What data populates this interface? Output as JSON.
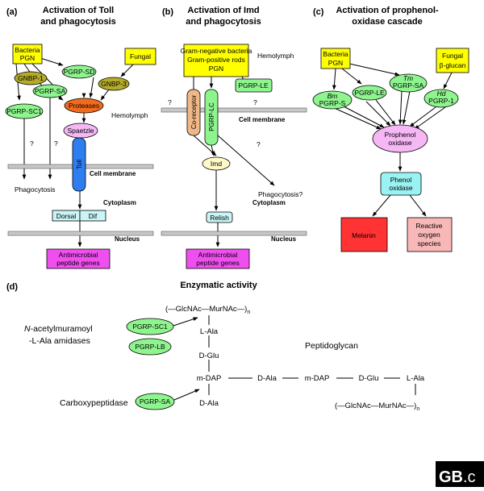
{
  "panel_a": {
    "letter": "(a)",
    "title_line1": "Activation of Toll",
    "title_line2": "and phagocytosis",
    "bacteria_line1": "Bacteria",
    "bacteria_line2": "PGN",
    "fungal": "Fungal",
    "gnbp1": "GNBP-1",
    "pgrp_sd": "PGRP-SD",
    "pgrp_sa": "PGRP-SA",
    "gnbp3": "GNBP-3",
    "pgrp_sc1": "PGRP-SC1",
    "proteases": "Proteases",
    "hemolymph": "Hemolymph",
    "spaetzle": "Spaetzle",
    "q1": "?",
    "q2": "?",
    "toll": "Toll",
    "cell_membrane": "Cell membrane",
    "phagocytosis": "Phagocytosis",
    "cytoplasm": "Cytoplasm",
    "dorsal": "Dorsal",
    "dif": "Dif",
    "nucleus": "Nucleus",
    "amp_line1": "Antimicrobial",
    "amp_line2": "peptide genes"
  },
  "panel_b": {
    "letter": "(b)",
    "title_line1": "Activation of Imd",
    "title_line2": "and phagocytosis",
    "bacteria_line1": "Gram-negative bacteria",
    "bacteria_line2": "Gram-positive rods",
    "bacteria_line3": "PGN",
    "hemolymph": "Hemolymph",
    "pgrp_le": "PGRP-LE",
    "q1": "?",
    "q2": "?",
    "q3": "?",
    "coreceptor": "Co-receptor",
    "pgrp_lc": "PGRP-LC",
    "cell_membrane": "Cell membrane",
    "imd": "Imd",
    "phagocytosis": "Phagocytosis?",
    "cytoplasm": "Cytoplasm",
    "relish": "Relish",
    "nucleus": "Nucleus",
    "amp_line1": "Antimicrobial",
    "amp_line2": "peptide genes"
  },
  "panel_c": {
    "letter": "(c)",
    "title_line1": "Activation of prophenol-",
    "title_line2": "oxidase cascade",
    "bacteria_line1": "Bacteria",
    "bacteria_line2": "PGN",
    "fungal_line1": "Fungal",
    "fungal_line2": "β-glucan",
    "bm_italic": "Bm",
    "pgrp_s": "PGRP-S",
    "pgrp_le": "PGRP-LE",
    "tm_italic": "Tm",
    "pgrp_sa": "PGRP-SA",
    "hd_italic": "Hd",
    "pgrp_1": "PGRP-1",
    "prophenol_line1": "Prophenol",
    "prophenol_line2": "oxidase",
    "phenol_line1": "Phenol",
    "phenol_line2": "oxidase",
    "melanin": "Melanin",
    "ros_line1": "Reactive",
    "ros_line2": "oxygen",
    "ros_line3": "species"
  },
  "panel_d": {
    "letter": "(d)",
    "title": "Enzymatic activity",
    "glycan_top": "(—GlcNAc—MurNAc—)",
    "sub_n": "n",
    "amidase_prefix": "N",
    "amidase_line1_rest": "-acetylmuramoyl",
    "amidase_line2": "-L-Ala amidases",
    "pgrp_sc1": "PGRP-SC1",
    "pgrp_lb": "PGRP-LB",
    "l_ala": "L-Ala",
    "d_glu": "D-Glu",
    "peptidoglycan": "Peptidoglycan",
    "m_dap": "m-DAP",
    "d_ala": "D-Ala",
    "m_dap2": "m-DAP",
    "d_glu2": "D-Glu",
    "l_ala2": "L-Ala",
    "carboxypeptidase": "Carboxypeptidase",
    "pgrp_sa": "PGRP-SA",
    "d_ala_bottom": "D-Ala",
    "glycan_bottom": "(—GlcNAc—MurNAc—)"
  },
  "logo": {
    "text_gb": "GB",
    "text_suffix": ".c"
  },
  "colors": {
    "yellow": "#ffff00",
    "olive": "#b5ac28",
    "green": "#8ef58e",
    "orange": "#f26b1d",
    "pink": "#f5b8f5",
    "blue": "#2f7ef0",
    "cyan": "#99f3f3",
    "light_cyan": "#c9f5f5",
    "cream": "#fffac8",
    "peach": "#f0b787",
    "magenta": "#f04ff0",
    "red": "#ff3333",
    "salmon": "#f9b8b8",
    "gray": "#c8c8c8"
  }
}
